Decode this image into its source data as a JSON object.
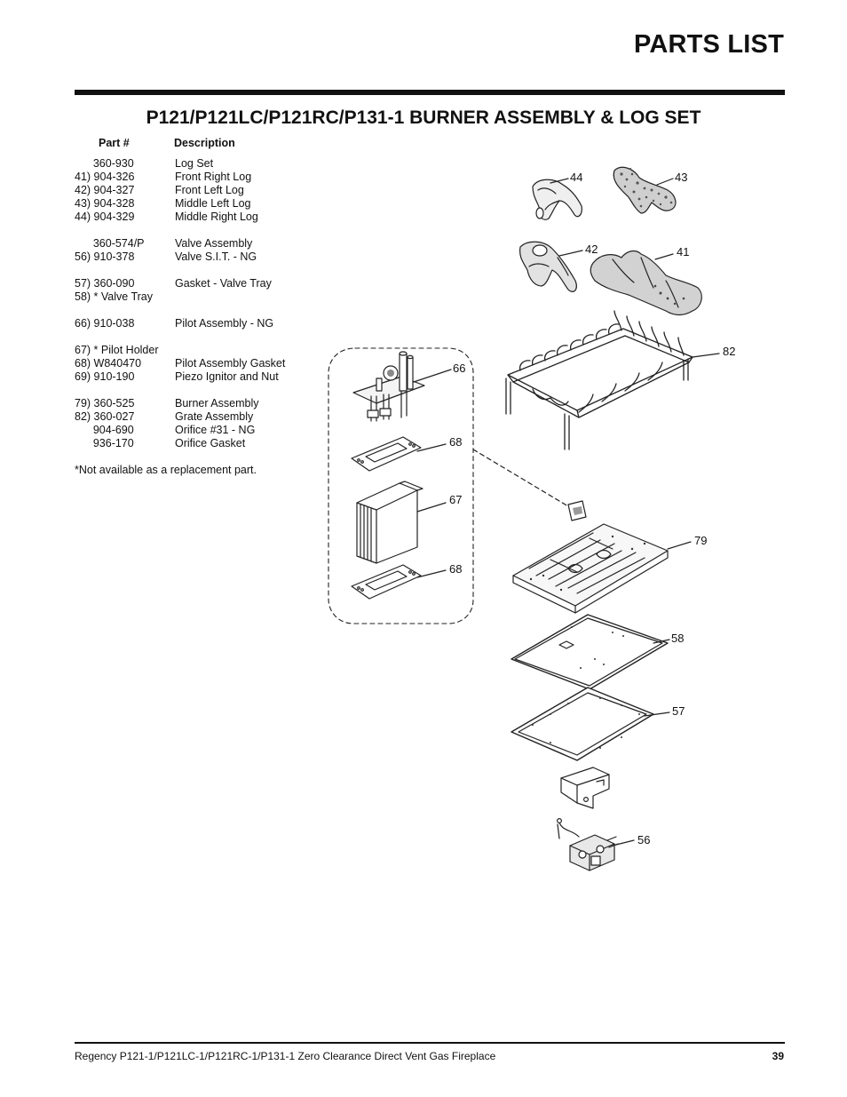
{
  "page_title": "PARTS LIST",
  "section_title": "P121/P121LC/P121RC/P131-1 BURNER ASSEMBLY & LOG SET",
  "columns": {
    "part": "Part #",
    "description": "Description"
  },
  "parts": [
    {
      "num": "      360-930",
      "desc": "Log Set"
    },
    {
      "num": "41) 904-326",
      "desc": "Front Right Log"
    },
    {
      "num": "42) 904-327",
      "desc": "Front Left Log"
    },
    {
      "num": "43) 904-328",
      "desc": "Middle Left Log"
    },
    {
      "num": "44) 904-329",
      "desc": "Middle Right Log"
    },
    {
      "num": "      360-574/P",
      "desc": "Valve Assembly",
      "gap": true
    },
    {
      "num": "56) 910-378",
      "desc": "Valve S.I.T. - NG"
    },
    {
      "num": "57) 360-090",
      "desc": "Gasket - Valve Tray",
      "gap": true
    },
    {
      "num": "58) * Valve Tray",
      "desc": ""
    },
    {
      "num": "66) 910-038",
      "desc": "Pilot Assembly - NG",
      "gap": true
    },
    {
      "num": "67) * Pilot Holder",
      "desc": "",
      "gap": true
    },
    {
      "num": "68) W840470",
      "desc": "Pilot Assembly Gasket"
    },
    {
      "num": "69) 910-190",
      "desc": "Piezo Ignitor and Nut"
    },
    {
      "num": "79) 360-525",
      "desc": "Burner Assembly",
      "gap": true
    },
    {
      "num": "82) 360-027",
      "desc": "Grate Assembly"
    },
    {
      "num": "      904-690",
      "desc": "Orifice #31 - NG"
    },
    {
      "num": "      936-170",
      "desc": "Orifice Gasket"
    }
  ],
  "footnote": "*Not available as a replacement part.",
  "callouts": {
    "c44": "44",
    "c43": "43",
    "c42": "42",
    "c41": "41",
    "c82": "82",
    "c66": "66",
    "c68a": "68",
    "c67": "67",
    "c68b": "68",
    "c79": "79",
    "c58": "58",
    "c57": "57",
    "c56": "56"
  },
  "footer": {
    "text": "Regency P121-1/P121LC-1/P121RC-1/P131-1 Zero Clearance Direct Vent Gas Fireplace",
    "page_number": "39"
  }
}
